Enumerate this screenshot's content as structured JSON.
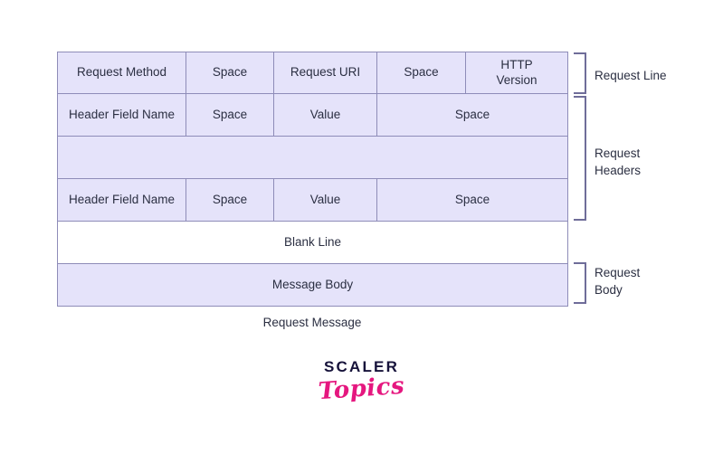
{
  "diagram": {
    "caption": "Request Message",
    "rows": [
      {
        "name": "request-line-row",
        "filled": true,
        "cells": [
          {
            "label": "Request Method"
          },
          {
            "label": "Space"
          },
          {
            "label": "Request URI"
          },
          {
            "label": "Space"
          },
          {
            "label": "HTTP\nVersion"
          }
        ]
      },
      {
        "name": "header-row-1",
        "filled": true,
        "cells": [
          {
            "label": "Header Field Name"
          },
          {
            "label": "Space"
          },
          {
            "label": "Value"
          },
          {
            "label": "Space"
          }
        ]
      },
      {
        "name": "header-ellipsis-row",
        "filled": true,
        "cells": [
          {
            "label": ""
          }
        ]
      },
      {
        "name": "header-row-2",
        "filled": true,
        "cells": [
          {
            "label": "Header Field Name"
          },
          {
            "label": "Space"
          },
          {
            "label": "Value"
          },
          {
            "label": "Space"
          }
        ]
      },
      {
        "name": "blank-line-row",
        "filled": false,
        "cells": [
          {
            "label": "Blank Line"
          }
        ]
      },
      {
        "name": "message-body-row",
        "filled": true,
        "cells": [
          {
            "label": "Message Body"
          }
        ]
      }
    ],
    "brackets": [
      {
        "name": "request-line",
        "label": "Request Line"
      },
      {
        "name": "request-headers",
        "label": "Request\nHeaders"
      },
      {
        "name": "request-body",
        "label": "Request\nBody"
      }
    ]
  },
  "logo": {
    "primary": "SCALER",
    "secondary": "Topics"
  },
  "colors": {
    "cell_fill": "#e5e3fa",
    "border": "#8e8cb8",
    "bracket": "#6f6d99",
    "text": "#2b2f42",
    "logo_primary": "#16123a",
    "logo_secondary": "#e5177f",
    "background": "#ffffff"
  }
}
